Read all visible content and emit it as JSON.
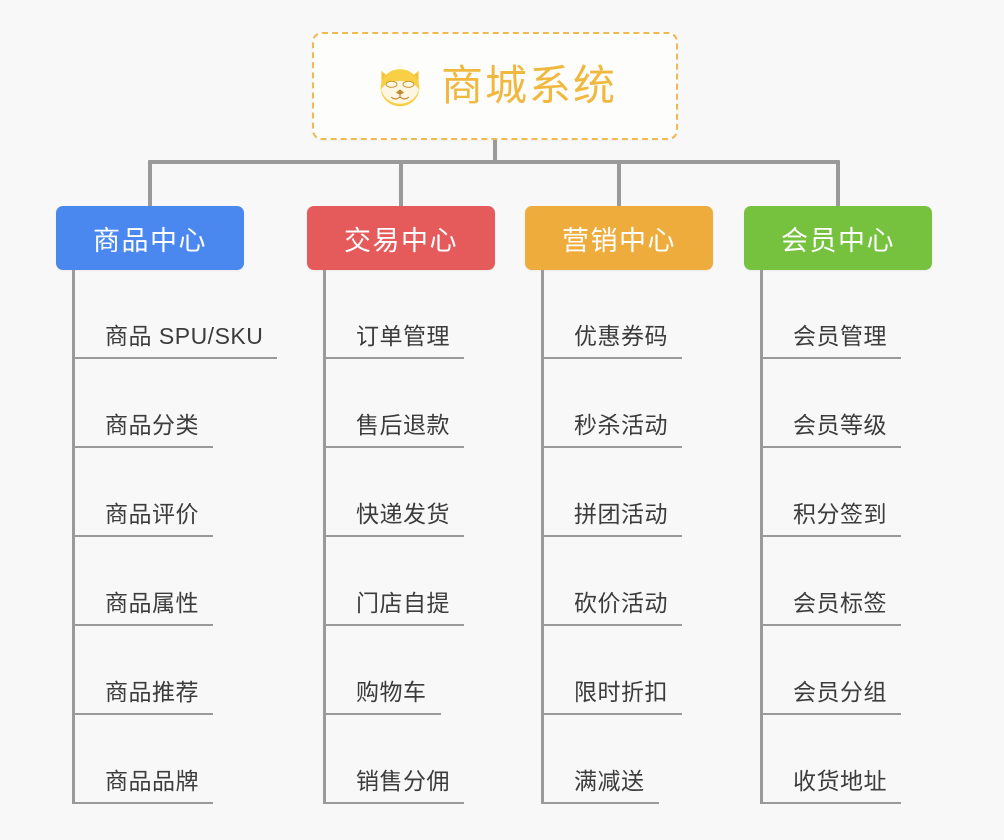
{
  "root": {
    "title": "商城系统",
    "icon": "shiba-dog-icon",
    "border_color": "#f0b952",
    "title_color": "#f0b83e"
  },
  "connector": {
    "color": "#9a9a9a"
  },
  "categories": [
    {
      "label": "商品中心",
      "color": "#4a88f0",
      "items": [
        "商品 SPU/SKU",
        "商品分类",
        "商品评价",
        "商品属性",
        "商品推荐",
        "商品品牌"
      ]
    },
    {
      "label": "交易中心",
      "color": "#e55b5b",
      "items": [
        "订单管理",
        "售后退款",
        "快递发货",
        "门店自提",
        "购物车",
        "销售分佣"
      ]
    },
    {
      "label": "营销中心",
      "color": "#eeac3c",
      "items": [
        "优惠券码",
        "秒杀活动",
        "拼团活动",
        "砍价活动",
        "限时折扣",
        "满减送"
      ]
    },
    {
      "label": "会员中心",
      "color": "#76c23f",
      "items": [
        "会员管理",
        "会员等级",
        "积分签到",
        "会员标签",
        "会员分组",
        "收货地址"
      ]
    }
  ]
}
